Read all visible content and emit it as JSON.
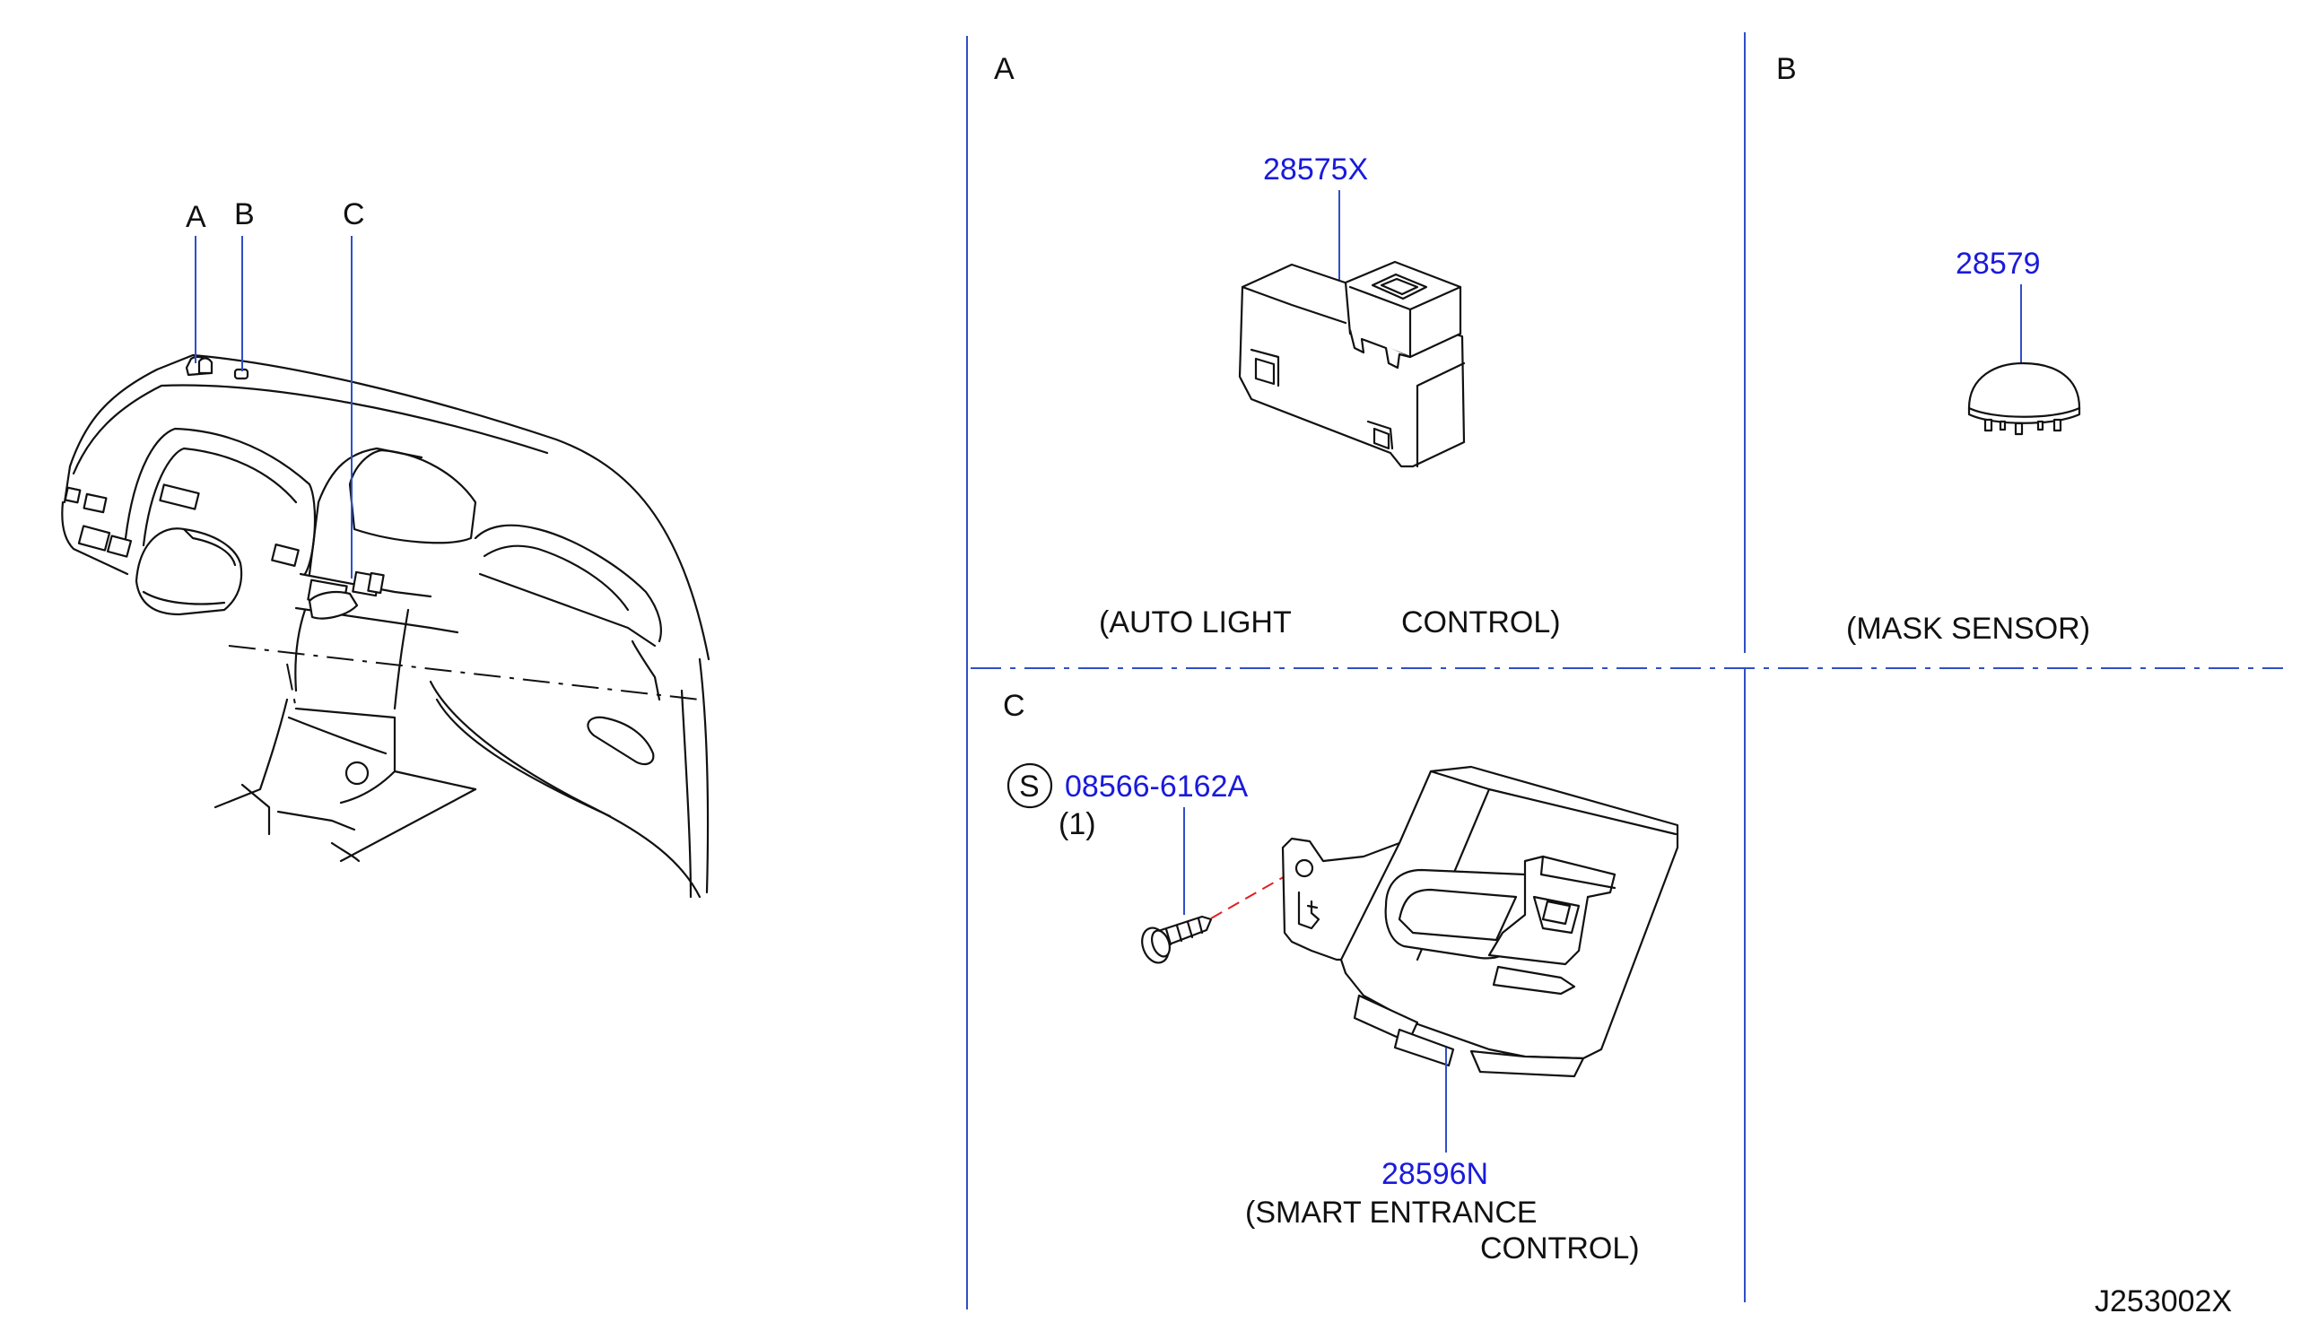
{
  "overview": {
    "callouts": {
      "a": "A",
      "b": "B",
      "c": "C"
    }
  },
  "section_a": {
    "letter": "A",
    "part_number": "28575X",
    "caption_1": "(AUTO   LIGHT",
    "caption_2": "CONTROL)"
  },
  "section_b": {
    "letter": "B",
    "part_number": "28579",
    "caption": "(MASK   SENSOR)"
  },
  "section_c": {
    "letter": "C",
    "screw_symbol": "S",
    "screw_part_number": "08566-6162A",
    "screw_qty": "(1)",
    "part_number": "28596N",
    "caption_1": "(SMART   ENTRANCE",
    "caption_2": "CONTROL)"
  },
  "diagram_code": "J253002X",
  "colors": {
    "part_number": "#1a1adc",
    "leader_lines": "#2f4fc8",
    "hidden_line": "#e02020",
    "line_art": "#111111"
  }
}
